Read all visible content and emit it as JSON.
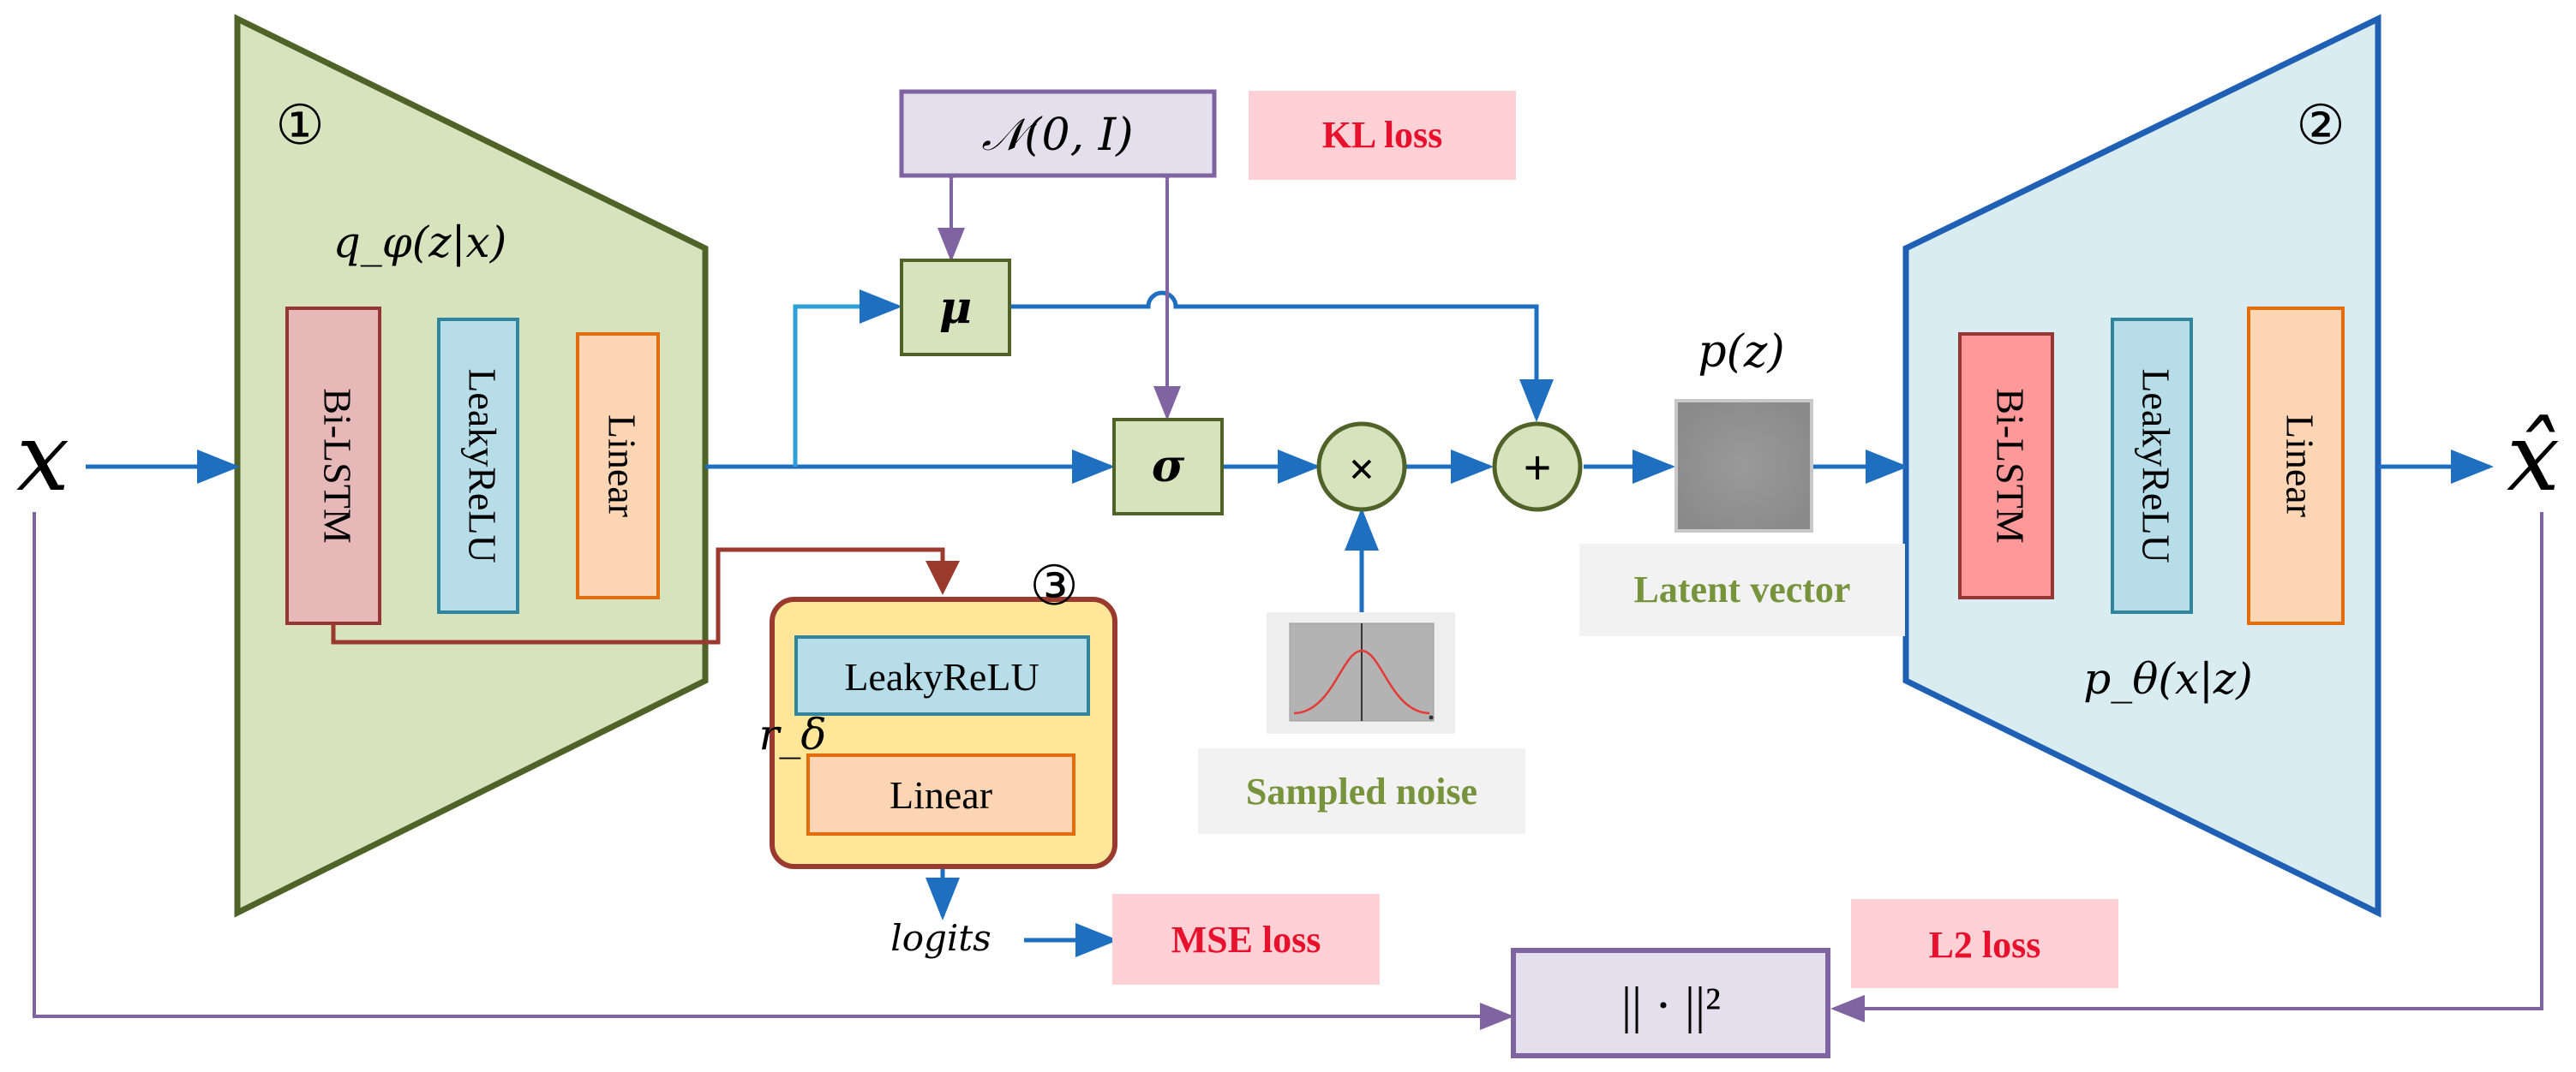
{
  "encoder": {
    "badge": "①",
    "distribution_label": "q_φ(z|x)",
    "layers": [
      "Bi-LSTM",
      "LeakyReLU",
      "Linear"
    ]
  },
  "decoder": {
    "badge": "②",
    "distribution_label": "p_θ(x|z)",
    "layers": [
      "Bi-LSTM",
      "LeakyReLU",
      "Linear"
    ]
  },
  "regressor": {
    "badge": "③",
    "label": "r_δ",
    "layers": [
      "LeakyReLU",
      "Linear"
    ],
    "output": "logits"
  },
  "input_symbol": "x",
  "output_symbol": "x̂",
  "prior": "𝒩(0, I)",
  "mu": "μ",
  "sigma": "σ",
  "multiply_op": "×",
  "add_op": "+",
  "latent": {
    "prior_label": "p(z)",
    "caption": "Latent vector"
  },
  "noise": {
    "caption": "Sampled noise"
  },
  "losses": {
    "kl": "KL loss",
    "mse": "MSE loss",
    "l2": "L2 loss"
  },
  "norm": "|| · ||²",
  "colors": {
    "blue_arrow": "#1f6fc1",
    "purple_arrow": "#8064a2",
    "brown_arrow": "#9a3a2e",
    "encoder_fill": "#d6e3bd",
    "encoder_stroke": "#4f6228",
    "decoder_fill": "#d9ecf2",
    "decoder_stroke": "#1f5fb4",
    "loss_box": "#ffd0d5",
    "loss_text": "#e8112d",
    "caption_text": "#77933c"
  }
}
